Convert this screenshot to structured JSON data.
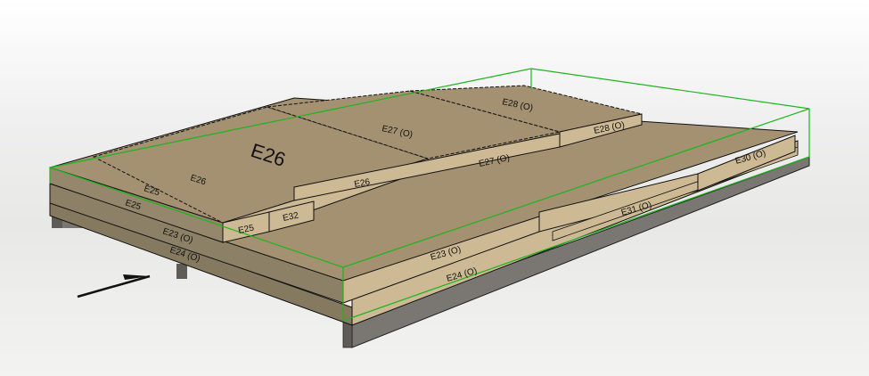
{
  "viewport": {
    "background_top": "#ffffff",
    "background_bottom": "#e9e9e7",
    "bounding_box_color": "#1db51d"
  },
  "colors": {
    "panel_top": "#a39172",
    "panel_side_light": "#cdb994",
    "panel_side_dark": "#857a60",
    "base_dark": "#5f5c58",
    "base_side": "#7a7672",
    "line": "#111111"
  },
  "labels": {
    "E26_top": "E26",
    "E27O_top": "E27 (O)",
    "E28O_top": "E28 (O)",
    "E26_edge": "E26",
    "E27O_edge": "E27 (O)",
    "E28O_edge": "E28 (O)",
    "E25_edge": "E25",
    "E32_edge": "E32",
    "E25_side": "E25",
    "E25_small_a": "E25",
    "E25_small_b": "E26",
    "E23O_left": "E23 (O)",
    "E24O_left": "E24 (O)",
    "E23O_front": "E23 (O)",
    "E24O_front": "E24 (O)",
    "E31O_front": "E31 (O)",
    "E30O_right": "E30 (O)"
  },
  "direction_arrow": "arrow-icon"
}
